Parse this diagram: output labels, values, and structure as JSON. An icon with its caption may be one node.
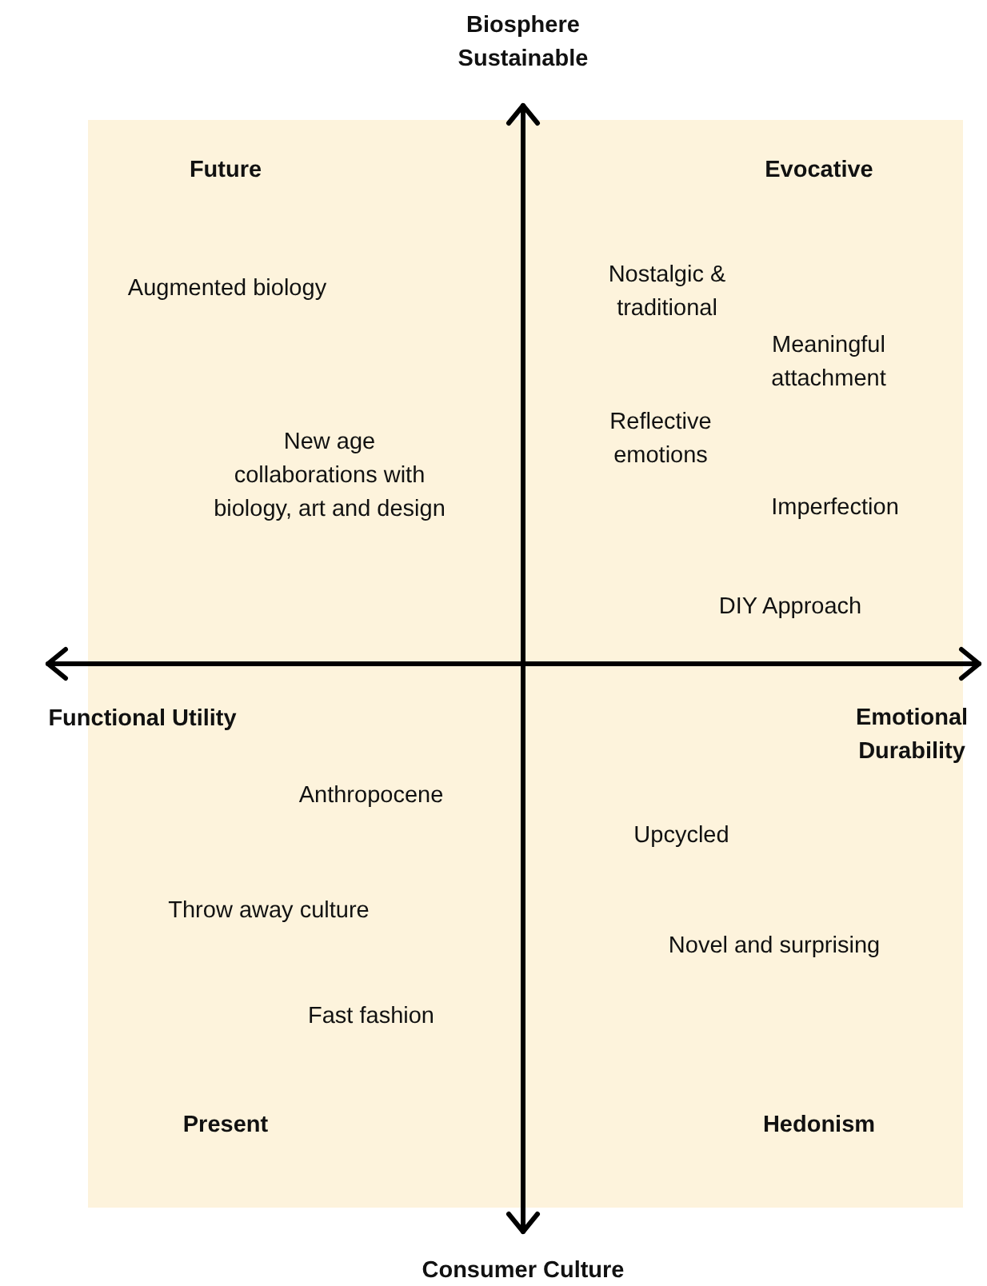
{
  "diagram": {
    "labels": [
      "Biosphere Sustainable",
      "Future",
      "Evocative",
      "Nostalgic & traditional",
      "Augmented biology",
      "Meaningful attachment",
      "New age collaborations with biology, art and design",
      "Reflective emotions",
      "Imperfection",
      "DIY Approach",
      "Functional Utility",
      "Emotional Durability",
      "Anthropocene",
      "Upcycled",
      "Throw away culture",
      "Novel and surprising",
      "Fast fashion",
      "Present",
      "Hedonism",
      "Consumer Culture"
    ]
  }
}
